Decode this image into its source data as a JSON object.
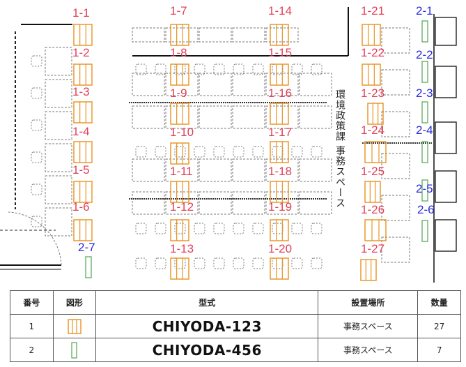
{
  "plan": {
    "department_label": "環境政策課 事務スペース",
    "colors": {
      "type1": "#e8921e",
      "type2": "#5cab5c",
      "label1": "#e0405a",
      "label2": "#2a2adf",
      "furniture": "#7a7a7a"
    },
    "type1_labels": [
      "1-1",
      "1-2",
      "1-3",
      "1-4",
      "1-5",
      "1-6",
      "1-7",
      "1-8",
      "1-9",
      "1-10",
      "1-11",
      "1-12",
      "1-13",
      "1-14",
      "1-15",
      "1-16",
      "1-17",
      "1-18",
      "1-19",
      "1-20",
      "1-21",
      "1-22",
      "1-23",
      "1-24",
      "1-25",
      "1-26",
      "1-27"
    ],
    "type2_labels": [
      "2-1",
      "2-2",
      "2-3",
      "2-4",
      "2-5",
      "2-6",
      "2-7"
    ]
  },
  "legend": {
    "headers": {
      "number": "番号",
      "figure": "図形",
      "model": "型式",
      "location": "設置場所",
      "quantity": "数量"
    },
    "rows": [
      {
        "number": "1",
        "figure_icon": "orange-multi-unit-icon",
        "model": "CHIYODA-123",
        "location": "事務スペース",
        "quantity": "27"
      },
      {
        "number": "2",
        "figure_icon": "green-single-unit-icon",
        "model": "CHIYODA-456",
        "location": "事務スペース",
        "quantity": "7"
      }
    ]
  }
}
